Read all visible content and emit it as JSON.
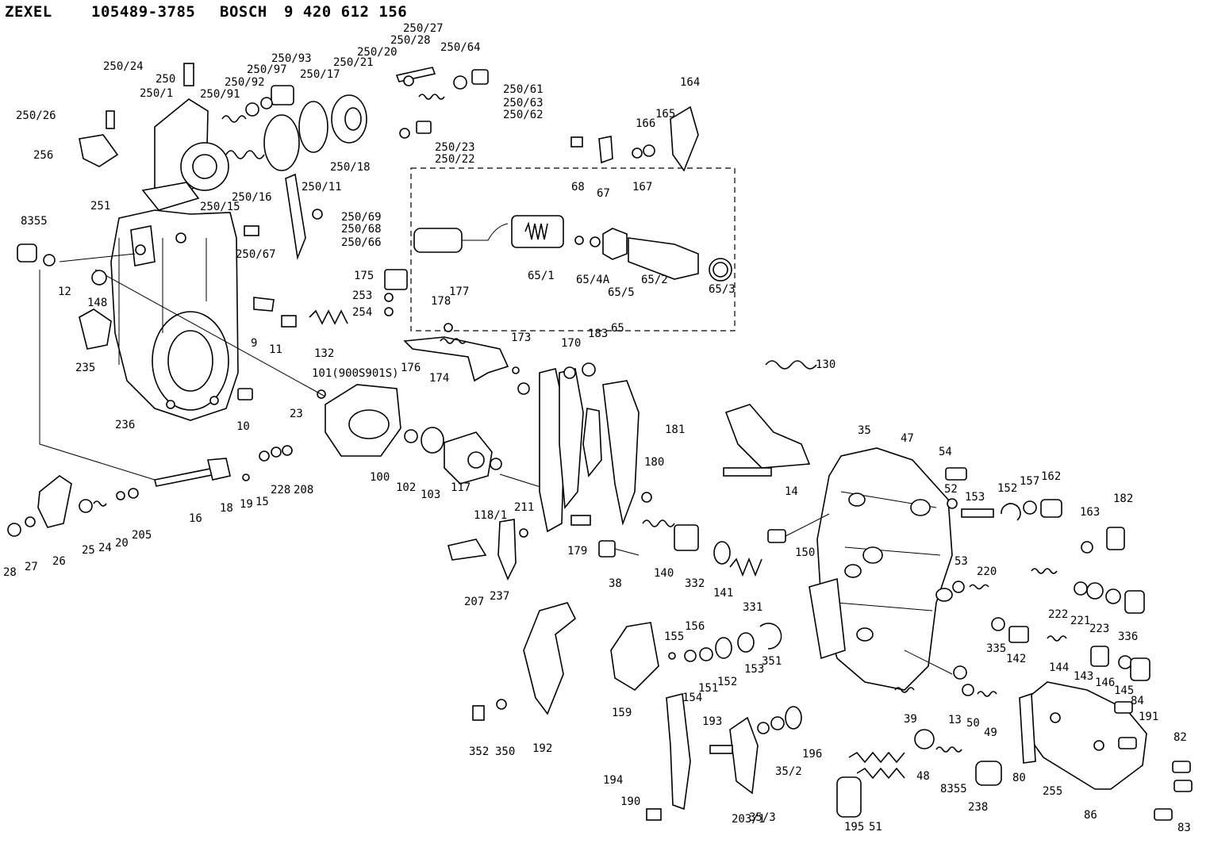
{
  "header": {
    "brand1": "ZEXEL",
    "part1": "105489-3785",
    "brand2": "BOSCH",
    "part2": "9 420 612 156"
  },
  "callouts": [
    "250/24",
    "250",
    "250/1",
    "250/26",
    "256",
    "251",
    "8355",
    "12",
    "148",
    "235",
    "236",
    "250/91",
    "250/92",
    "250/97",
    "250/93",
    "250/17",
    "250/21",
    "250/20",
    "250/28",
    "250/27",
    "250/64",
    "250/61",
    "250/63",
    "250/62",
    "250/23",
    "250/22",
    "250/18",
    "250/11",
    "250/15",
    "250/16",
    "250/69",
    "250/68",
    "250/66",
    "250/67",
    "68",
    "67",
    "166",
    "165",
    "164",
    "167",
    "65/1",
    "65/4A",
    "65/5",
    "65/2",
    "65/3",
    "65",
    "175",
    "253",
    "254",
    "178",
    "177",
    "9",
    "11",
    "132",
    "176",
    "174",
    "173",
    "101(900S901S)",
    "10",
    "23",
    "170",
    "183",
    "130",
    "181",
    "180",
    "100",
    "102",
    "103",
    "117",
    "118/1",
    "211",
    "179",
    "38",
    "140",
    "332",
    "141",
    "331",
    "16",
    "18",
    "19",
    "15",
    "228",
    "208",
    "28",
    "27",
    "26",
    "25",
    "24",
    "20",
    "205",
    "207",
    "237",
    "35",
    "47",
    "54",
    "52",
    "153",
    "152",
    "157",
    "162",
    "163",
    "182",
    "150",
    "14",
    "53",
    "220",
    "222",
    "221",
    "223",
    "336",
    "335",
    "142",
    "144",
    "143",
    "146",
    "145",
    "84",
    "191",
    "159",
    "155",
    "156",
    "154",
    "151",
    "152",
    "153",
    "351",
    "352",
    "350",
    "192",
    "193",
    "194",
    "190",
    "203/1",
    "35/3",
    "35/2",
    "196",
    "195",
    "51",
    "39",
    "13",
    "50",
    "49",
    "48",
    "8355",
    "238",
    "80",
    "255",
    "86",
    "82",
    "83"
  ]
}
